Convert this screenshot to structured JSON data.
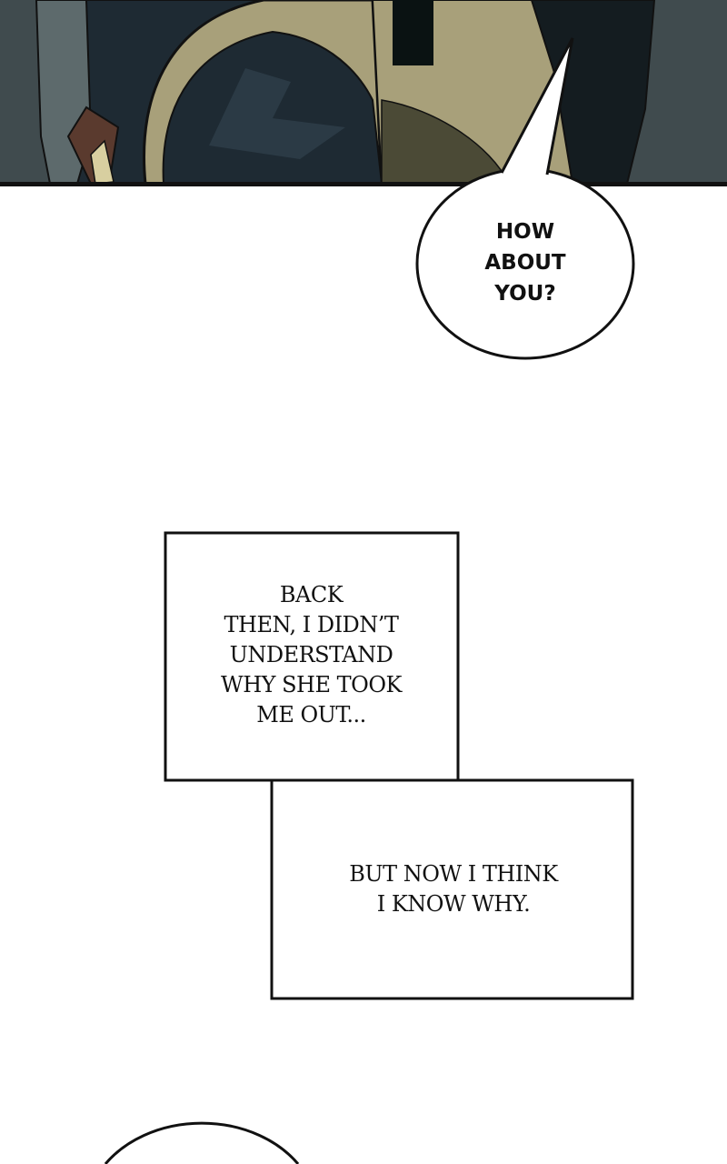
{
  "speech_bubbles": [
    {
      "text": "HOW\nABOUT\nYOU?"
    }
  ],
  "caption_boxes": [
    {
      "text": "BACK\nTHEN, I DIDN’T\nUNDERSTAND\nWHY SHE TOOK\nME OUT..."
    },
    {
      "text": "BUT NOW I THINK\nI KNOW WHY."
    }
  ],
  "colors": {
    "panel_bg": "#3f4a4d",
    "armor_dark": "#1e2a33",
    "tan": "#a8a07a",
    "olive": "#4b4a36"
  }
}
